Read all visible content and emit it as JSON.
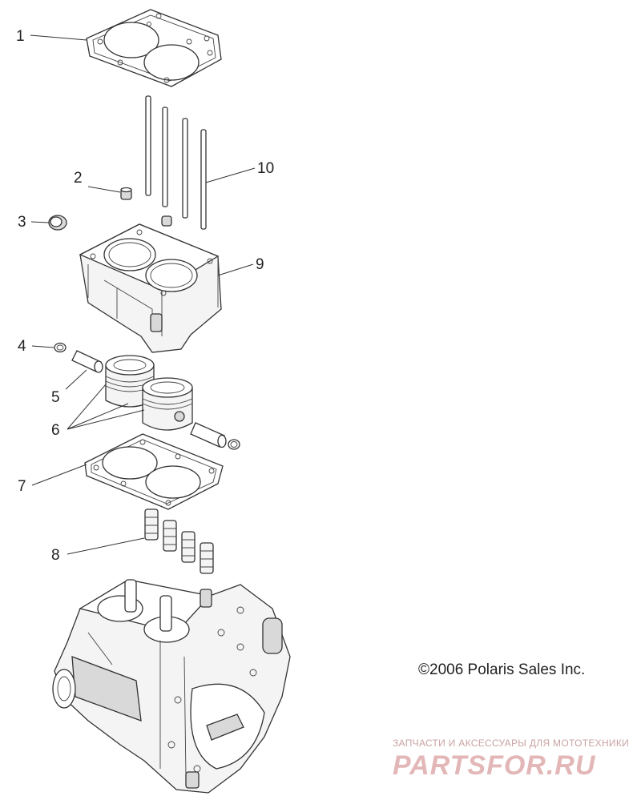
{
  "diagram": {
    "callouts": {
      "c1": "1",
      "c2": "2",
      "c3": "3",
      "c4": "4",
      "c5": "5",
      "c6": "6",
      "c7": "7",
      "c8": "8",
      "c9": "9",
      "c10": "10"
    },
    "copyright": "©2006 Polaris Sales Inc.",
    "watermark": {
      "tagline": "ЗАПЧАСТИ И АКСЕССУАРЫ ДЛЯ МОТОТЕХНИКИ",
      "brand": "PARTSFOR.RU"
    }
  }
}
